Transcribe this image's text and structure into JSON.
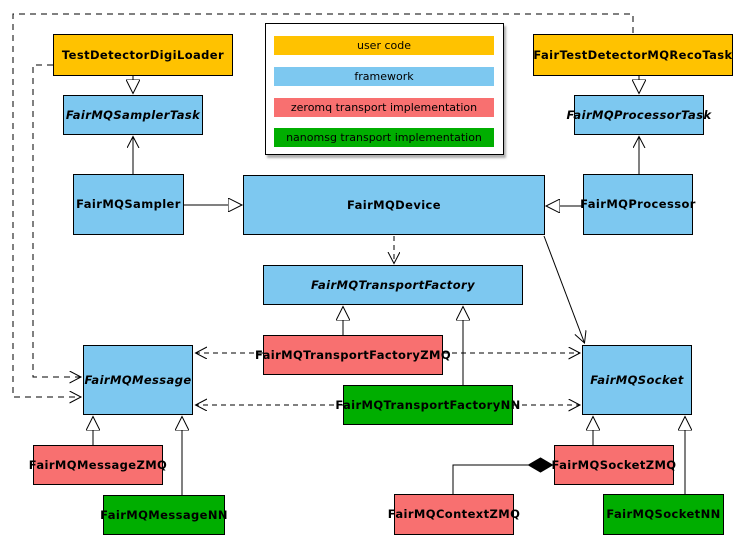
{
  "colors": {
    "user_code": "#FFC200",
    "framework": "#7DC8F0",
    "zeromq": "#F87070",
    "nanomsg": "#00AE00",
    "border": "#000000",
    "background": "#FFFFFF"
  },
  "legend": {
    "items": [
      {
        "label": "user code",
        "color": "#FFC200"
      },
      {
        "label": "framework",
        "color": "#7DC8F0"
      },
      {
        "label": "zeromq transport implementation",
        "color": "#F87070"
      },
      {
        "label": "nanomsg transport implementation",
        "color": "#00AE00"
      }
    ]
  },
  "nodes": {
    "digiLoader": {
      "label": "TestDetectorDigiLoader",
      "category": "user code",
      "abstract": false
    },
    "recoTask": {
      "label": "FairTestDetectorMQRecoTask",
      "category": "user code",
      "abstract": false
    },
    "samplerTask": {
      "label": "FairMQSamplerTask",
      "category": "framework",
      "abstract": true
    },
    "processorTask": {
      "label": "FairMQProcessorTask",
      "category": "framework",
      "abstract": true
    },
    "sampler": {
      "label": "FairMQSampler",
      "category": "framework",
      "abstract": false
    },
    "device": {
      "label": "FairMQDevice",
      "category": "framework",
      "abstract": false
    },
    "processor": {
      "label": "FairMQProcessor",
      "category": "framework",
      "abstract": false
    },
    "transportFactory": {
      "label": "FairMQTransportFactory",
      "category": "framework",
      "abstract": true
    },
    "transportFactoryZMQ": {
      "label": "FairMQTransportFactoryZMQ",
      "category": "zeromq",
      "abstract": false
    },
    "transportFactoryNN": {
      "label": "FairMQTransportFactoryNN",
      "category": "nanomsg",
      "abstract": false
    },
    "message": {
      "label": "FairMQMessage",
      "category": "framework",
      "abstract": true
    },
    "socket": {
      "label": "FairMQSocket",
      "category": "framework",
      "abstract": true
    },
    "messageZMQ": {
      "label": "FairMQMessageZMQ",
      "category": "zeromq",
      "abstract": false
    },
    "messageNN": {
      "label": "FairMQMessageNN",
      "category": "nanomsg",
      "abstract": false
    },
    "socketZMQ": {
      "label": "FairMQSocketZMQ",
      "category": "zeromq",
      "abstract": false
    },
    "socketNN": {
      "label": "FairMQSocketNN",
      "category": "nanomsg",
      "abstract": false
    },
    "contextZMQ": {
      "label": "FairMQContextZMQ",
      "category": "zeromq",
      "abstract": false
    }
  },
  "edges": [
    {
      "from": "TestDetectorDigiLoader",
      "to": "FairMQSamplerTask",
      "line": "solid",
      "head": "hollow-triangle"
    },
    {
      "from": "FairTestDetectorMQRecoTask",
      "to": "FairMQProcessorTask",
      "line": "solid",
      "head": "hollow-triangle"
    },
    {
      "from": "FairMQSampler",
      "to": "FairMQSamplerTask",
      "line": "solid",
      "head": "open-vee"
    },
    {
      "from": "FairMQProcessor",
      "to": "FairMQProcessorTask",
      "line": "solid",
      "head": "open-vee"
    },
    {
      "from": "FairMQSampler",
      "to": "FairMQDevice",
      "line": "solid",
      "head": "hollow-triangle"
    },
    {
      "from": "FairMQProcessor",
      "to": "FairMQDevice",
      "line": "solid",
      "head": "hollow-triangle"
    },
    {
      "from": "FairMQDevice",
      "to": "FairMQTransportFactory",
      "line": "dashed",
      "head": "open-vee"
    },
    {
      "from": "FairMQDevice",
      "to": "FairMQSocket",
      "line": "solid",
      "head": "open-vee"
    },
    {
      "from": "FairMQTransportFactoryZMQ",
      "to": "FairMQTransportFactory",
      "line": "solid",
      "head": "hollow-triangle"
    },
    {
      "from": "FairMQTransportFactoryNN",
      "to": "FairMQTransportFactory",
      "line": "solid",
      "head": "hollow-triangle"
    },
    {
      "from": "FairMQTransportFactoryZMQ",
      "to": "FairMQMessage",
      "line": "dashed",
      "head": "open-vee"
    },
    {
      "from": "FairMQTransportFactoryZMQ",
      "to": "FairMQSocket",
      "line": "dashed",
      "head": "open-vee"
    },
    {
      "from": "FairMQTransportFactoryNN",
      "to": "FairMQMessage",
      "line": "dashed",
      "head": "open-vee"
    },
    {
      "from": "FairMQTransportFactoryNN",
      "to": "FairMQSocket",
      "line": "dashed",
      "head": "open-vee"
    },
    {
      "from": "TestDetectorDigiLoader",
      "to": "FairMQMessage",
      "line": "dashed",
      "head": "open-vee"
    },
    {
      "from": "FairTestDetectorMQRecoTask",
      "to": "FairMQMessage",
      "line": "dashed",
      "head": "open-vee"
    },
    {
      "from": "FairMQMessageZMQ",
      "to": "FairMQMessage",
      "line": "solid",
      "head": "hollow-triangle"
    },
    {
      "from": "FairMQMessageNN",
      "to": "FairMQMessage",
      "line": "solid",
      "head": "hollow-triangle"
    },
    {
      "from": "FairMQSocketZMQ",
      "to": "FairMQSocket",
      "line": "solid",
      "head": "hollow-triangle"
    },
    {
      "from": "FairMQSocketNN",
      "to": "FairMQSocket",
      "line": "solid",
      "head": "hollow-triangle"
    },
    {
      "from": "FairMQContextZMQ",
      "to": "FairMQSocketZMQ",
      "line": "solid",
      "head": "filled-diamond"
    }
  ]
}
